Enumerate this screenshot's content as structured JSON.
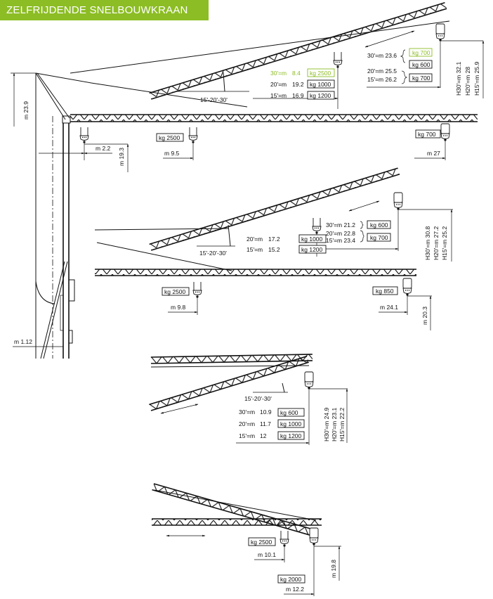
{
  "header": {
    "title": "ZELFRIJDENDE SNELBOUWKRAAN",
    "color": "#8cbd24"
  },
  "colors": {
    "accent": "#8cbd24",
    "line": "#111111",
    "background": "#ffffff"
  },
  "mast": {
    "height_label": "m 23.9",
    "base_offset_label": "m 1.12"
  },
  "config1": {
    "angle_label": "15'-20'-30'",
    "luffed": {
      "rows": [
        {
          "angle": "30'=m",
          "radius": "8.4",
          "load": "kg  2500",
          "highlight": true
        },
        {
          "angle": "20'=m",
          "radius": "19.2",
          "load": "kg  1000",
          "highlight": false
        },
        {
          "angle": "15'=m",
          "radius": "16.9",
          "load": "kg  1200",
          "highlight": false
        }
      ],
      "tip": {
        "r30": "30'=m  23.6",
        "r20": "20'=m  25.5",
        "r15": "15'=m  26.2",
        "load30a": "kg  700",
        "load30b": "kg  600",
        "load2015": "kg  700"
      },
      "heights": [
        "H30'=m  32.1",
        "H20'=m  28",
        "H15'=m  25.9"
      ]
    },
    "horizontal": {
      "inner_load": "kg  2500",
      "inner_radius": "m  9.5",
      "tip_load": "kg  700",
      "tip_radius": "m  27",
      "min_radius": "m  2.2",
      "hook_height": "m  19.3"
    }
  },
  "config2": {
    "angle_label": "15'-20'-30'",
    "luffed": {
      "rows": [
        {
          "angle": "20'=m",
          "radius": "17.2",
          "load": "kg  1000"
        },
        {
          "angle": "15'=m",
          "radius": "15.2",
          "load": "kg  1200"
        }
      ],
      "tip": {
        "r30": "30'=m  21.2",
        "r20": "20'=m  22.8",
        "r15": "15'=m  23.4",
        "load30": "kg  600",
        "load2015": "kg  700"
      },
      "heights": [
        "H30'=m  30.8",
        "H20'=m  27.2",
        "H15'=m  25.2"
      ]
    },
    "horizontal": {
      "inner_load": "kg  2500",
      "inner_radius": "m  9.8",
      "tip_load": "kg  850",
      "tip_radius": "m  24.1",
      "hook_height": "m  20.3"
    }
  },
  "config3": {
    "angle_label": "15'-20'-30'",
    "rows": [
      {
        "angle": "30'=m",
        "radius": "10.9",
        "load": "kg  600"
      },
      {
        "angle": "20'=m",
        "radius": "11.7",
        "load": "kg  1000"
      },
      {
        "angle": "15'=m",
        "radius": "12",
        "load": "kg  1200"
      }
    ],
    "heights": [
      "H30'=m  24.9",
      "H20'=m  23.1",
      "H15'=m  22.2"
    ]
  },
  "config4": {
    "inner_load": "kg  2500",
    "inner_radius": "m  10.1",
    "tip_load": "kg  2000",
    "tip_radius": "m  12.2",
    "hook_height": "m  19.8"
  }
}
